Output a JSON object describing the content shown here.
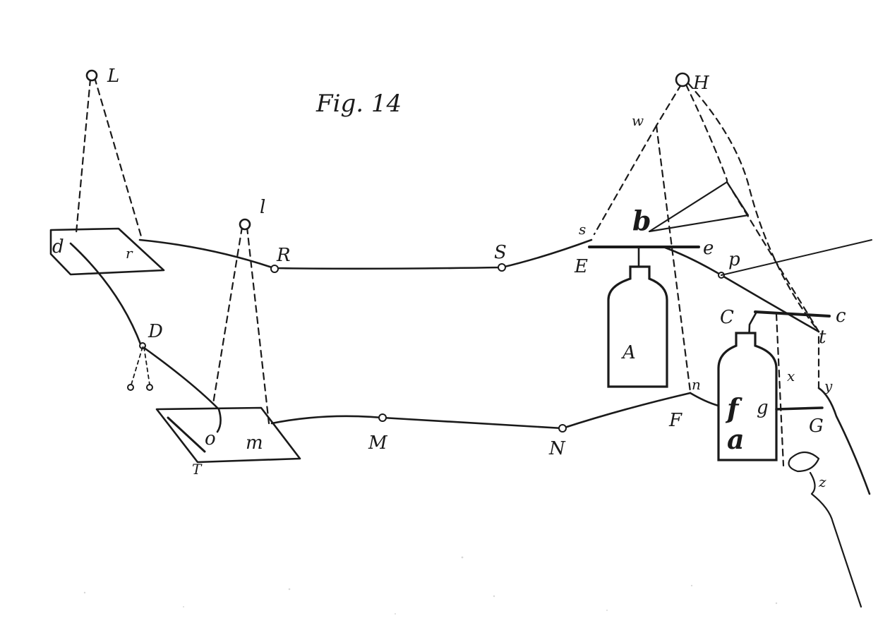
{
  "figure": {
    "title": "Fig. 14"
  },
  "labels": {
    "L": "L",
    "H": "H",
    "l": "l",
    "d": "d",
    "r": "r",
    "R": "R",
    "S": "S",
    "s": "s",
    "E": "E",
    "e": "e",
    "b": "b",
    "p": "p",
    "w": "w",
    "D": "D",
    "A": "A",
    "C": "C",
    "c": "c",
    "t": "t",
    "x": "x",
    "y": "y",
    "n": "n",
    "F": "F",
    "f": "f",
    "a": "a",
    "g": "g",
    "G": "G",
    "M": "M",
    "N": "N",
    "m": "m",
    "o": "o",
    "T": "T",
    "z": "z"
  }
}
